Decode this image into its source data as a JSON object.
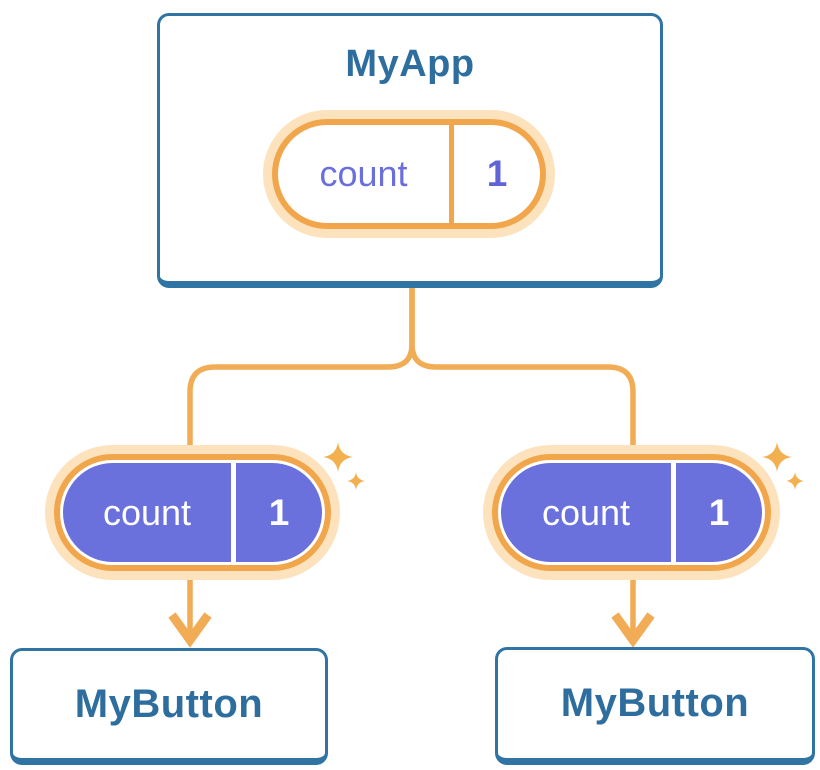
{
  "diagram": {
    "title_hint": "component tree with shared state",
    "root": {
      "title": "MyApp",
      "state": {
        "label": "count",
        "value": "1"
      }
    },
    "children": [
      {
        "title": "MyButton",
        "state": {
          "label": "count",
          "value": "1"
        }
      },
      {
        "title": "MyButton",
        "state": {
          "label": "count",
          "value": "1"
        }
      }
    ],
    "icons": [
      "sparkle-icon",
      "arrow-down-icon"
    ],
    "colors": {
      "card_border_blue": "#2F74A3",
      "title_text_blue": "#2E6E9E",
      "wire_orange": "#F2AC55",
      "pill_ring_orange": "#F1A64C",
      "pill_halo_cream": "#FCE3BD",
      "pill_fill_purple": "#6B71DC",
      "pill_text_purple": "#6A6FDB",
      "card_background": "#FFFFFF"
    }
  }
}
